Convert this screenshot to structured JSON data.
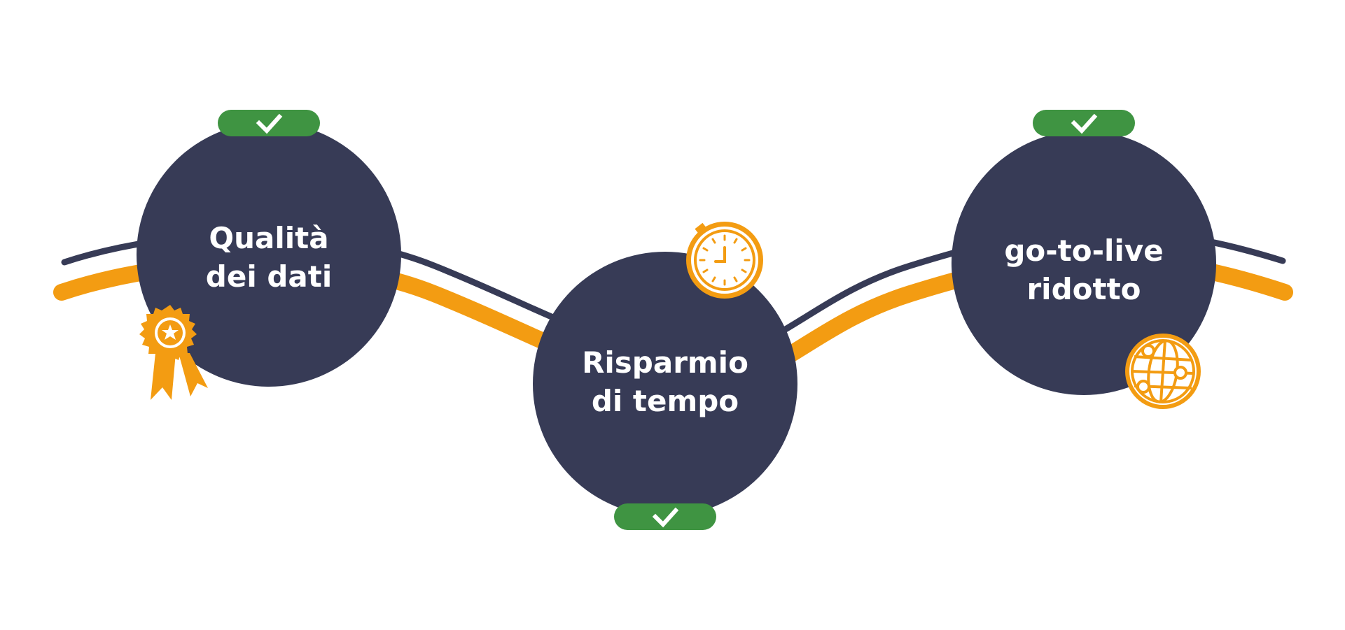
{
  "colors": {
    "circle": "#373b56",
    "orange": "#f39c12",
    "navy_line": "#373b56",
    "badge": "#3f9442",
    "white": "#ffffff"
  },
  "steps": [
    {
      "line1": "Qualità",
      "line2": "dei dati",
      "icon": "award-ribbon-icon",
      "badge_icon": "check-icon"
    },
    {
      "line1": "Risparmio",
      "line2": "di tempo",
      "icon": "stopwatch-icon",
      "badge_icon": "check-icon"
    },
    {
      "line1": "go-to-live",
      "line2": "ridotto",
      "icon": "globe-icon",
      "badge_icon": "check-icon"
    }
  ]
}
